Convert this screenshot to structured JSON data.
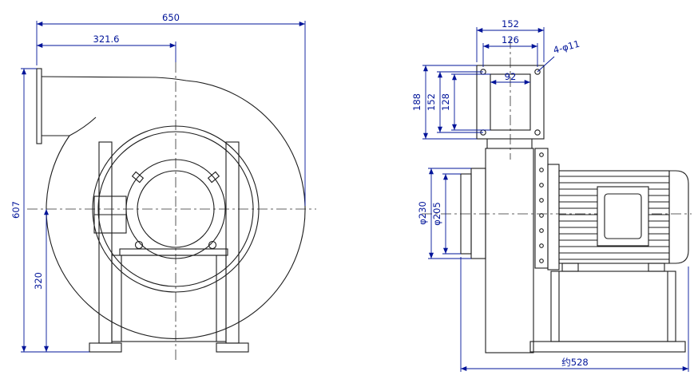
{
  "drawing": {
    "colors": {
      "background": "#ffffff",
      "outline": "#1c1c1c",
      "centerline": "#2e2e2e",
      "dimension": "#001499"
    },
    "front_view": {
      "dims": {
        "total_width": "650",
        "outlet_offset": "321.6",
        "total_height": "607",
        "base_height": "320"
      }
    },
    "side_view": {
      "dims": {
        "flange_width": "152",
        "bolt_span_width": "126",
        "opening_width": "92",
        "flange_height": "188",
        "bolt_span_height": "152",
        "opening_height": "128",
        "bolt_holes": "4-φ11",
        "inlet_outer_diameter": "φ230",
        "inlet_inner_diameter": "φ205",
        "overall_length": "约528"
      }
    }
  }
}
